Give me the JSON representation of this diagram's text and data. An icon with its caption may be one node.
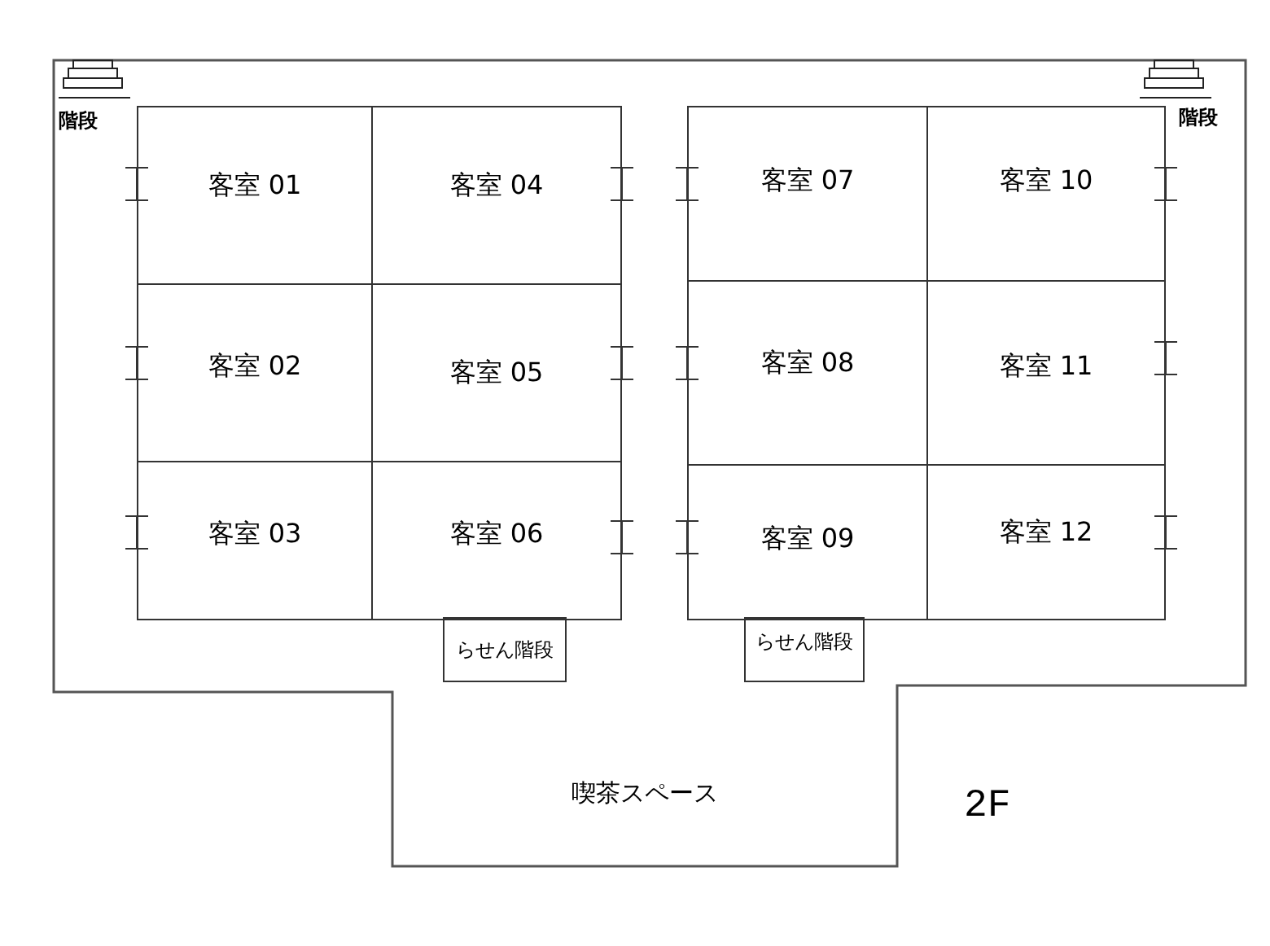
{
  "diagram": {
    "nodes": [
      {
        "text": [
          "客室 01"
        ]
      },
      {
        "text": [
          "客室 04"
        ]
      },
      {
        "text": [
          "客室 07"
        ]
      },
      {
        "text": [
          "客室 10"
        ]
      },
      {
        "text": [
          "客室 02"
        ]
      },
      {
        "text": [
          "客室 05"
        ]
      },
      {
        "text": [
          "客室 08"
        ]
      },
      {
        "text": [
          "客室 11"
        ]
      },
      {
        "text": [
          "客室 03"
        ]
      },
      {
        "text": [
          "客室 06"
        ]
      },
      {
        "text": [
          "客室 09"
        ]
      },
      {
        "text": [
          "客室 12"
        ]
      },
      {
        "text": [
          "らせん階段"
        ]
      },
      {
        "text": [
          "らせん階段"
        ]
      },
      {
        "text": [
          "喫茶スペース"
        ]
      }
    ],
    "edges": [],
    "labels": [
      "階段",
      "階段",
      "2F"
    ]
  }
}
